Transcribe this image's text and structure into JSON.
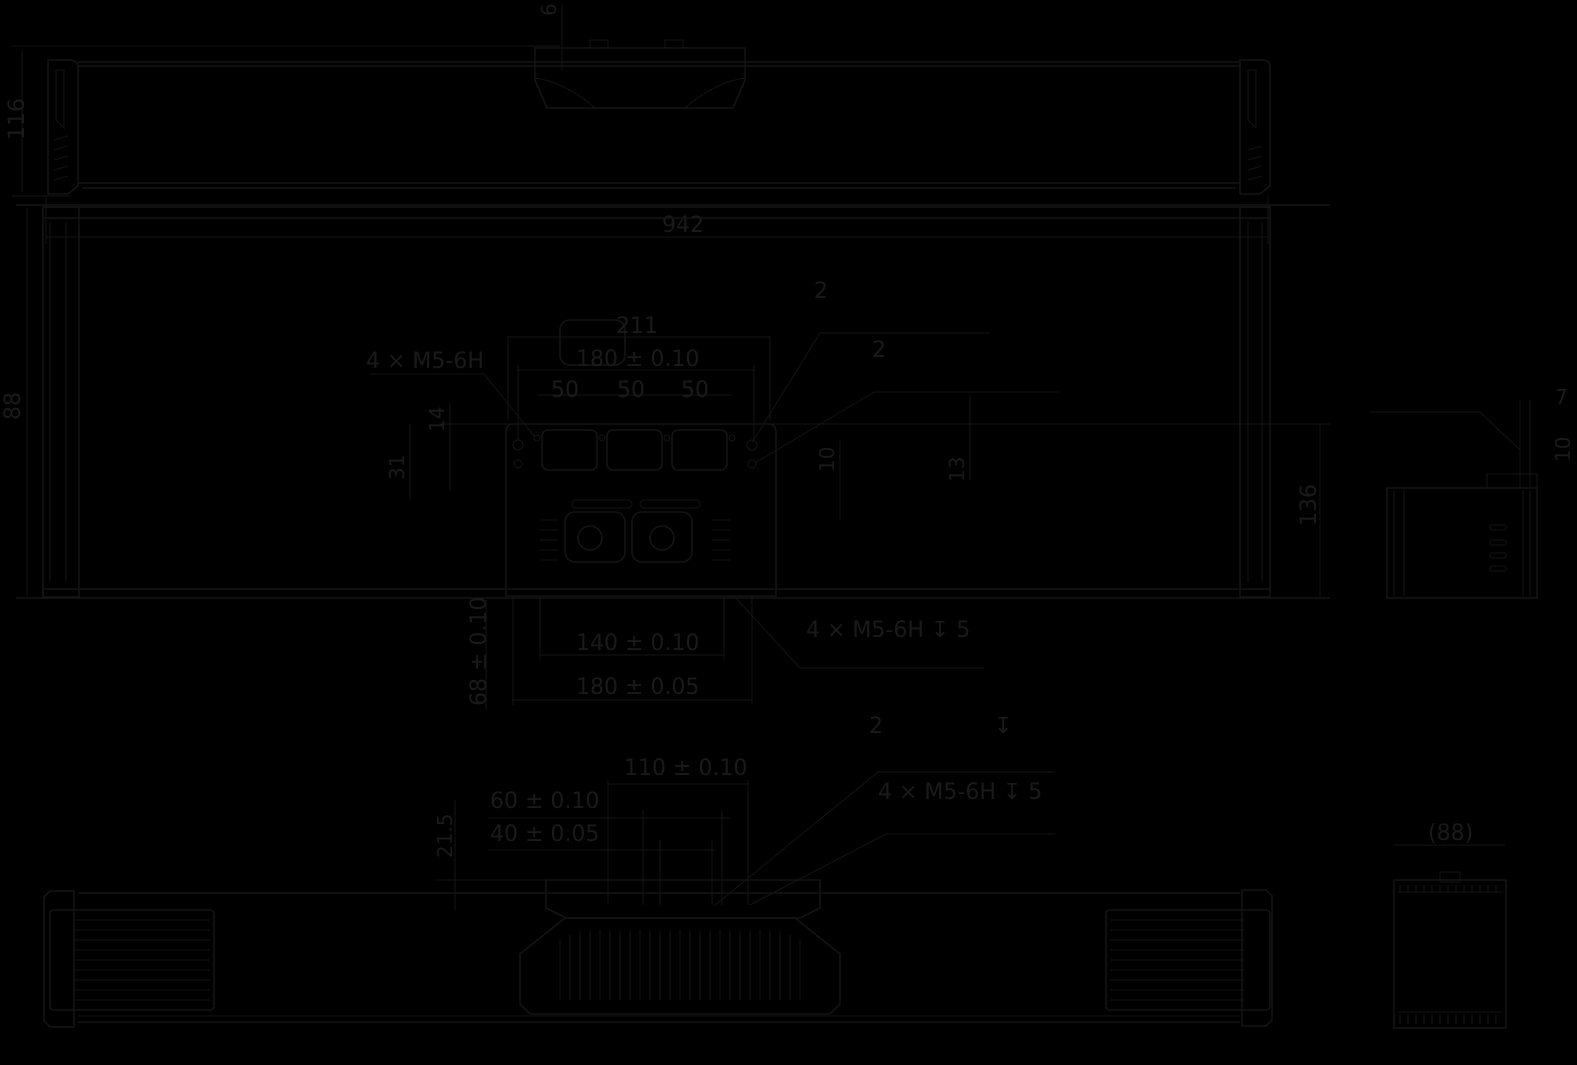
{
  "drawing": {
    "title": "Linear module dimension drawing",
    "colors": {
      "background": "#000000",
      "stroke": "#141414",
      "text": "#1a1a1a"
    },
    "views": {
      "front": {
        "dims": {
          "height": "116",
          "length": "942",
          "carriage_offset": "6"
        }
      },
      "top": {
        "dims": {
          "carriage_width": "211",
          "hole_span": "180 ± 0.10",
          "pitch_1": "50",
          "pitch_2": "50",
          "pitch_3": "50",
          "hole_callout": "4 × M5-6H",
          "leader_1": "2",
          "leader_2": "2",
          "dim_14": "14",
          "dim_31": "31",
          "dim_10": "10",
          "dim_13": "13",
          "body_width": "88",
          "overall_width": "136",
          "bottom_hole_span": "140 ± 0.10",
          "bottom_span": "180 ± 0.05",
          "bottom_holes": "4 × M5-6H ↧ 5",
          "y_span": "68 ± 0.10"
        }
      },
      "side_right": {
        "dims": {
          "dim_7": "7",
          "dim_10": "10"
        }
      },
      "bottom": {
        "dims": {
          "leader_2": "2",
          "depth_symbol": "↧",
          "span_110": "110 ± 0.10",
          "span_60": "60 ± 0.10",
          "span_40": "40 ± 0.05",
          "height_21_5": "21.5",
          "hole_callout": "4 × M5-6H ↧ 5"
        }
      },
      "end": {
        "dims": {
          "width_ref": "(88)"
        }
      }
    }
  }
}
